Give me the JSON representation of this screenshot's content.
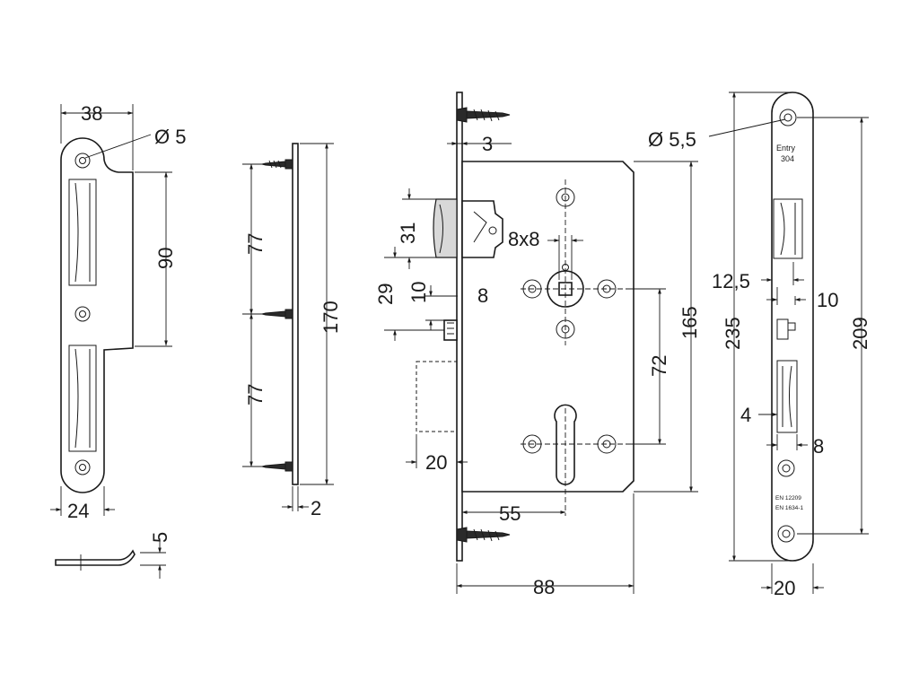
{
  "strike_plate": {
    "width_label": "38",
    "hole_label": "Ø 5",
    "height_label": "90",
    "bottom_label": "24",
    "thickness_label": "5"
  },
  "side_profile": {
    "upper_label": "77",
    "lower_label": "77",
    "total_label": "170",
    "thickness_label": "2"
  },
  "lock_body": {
    "faceplate_label": "3",
    "latch_label": "31",
    "spindle_label": "8x8",
    "offset29_label": "29",
    "offset10_label": "10",
    "offset8_label": "8",
    "height_label": "165",
    "center_label": "72",
    "deadbolt_label": "20",
    "backset_label": "55",
    "depth_label": "88"
  },
  "face_plate": {
    "hole_label": "Ø 5,5",
    "text_line1": "Entry",
    "text_line2": "304",
    "width125_label": "12,5",
    "width10_label": "10",
    "total_label": "235",
    "inner_label": "209",
    "gap4_label": "4",
    "gap8_label": "8",
    "bottom_label": "20",
    "norm_line1": "EN 12209",
    "norm_line2": "EN 1634-1"
  }
}
